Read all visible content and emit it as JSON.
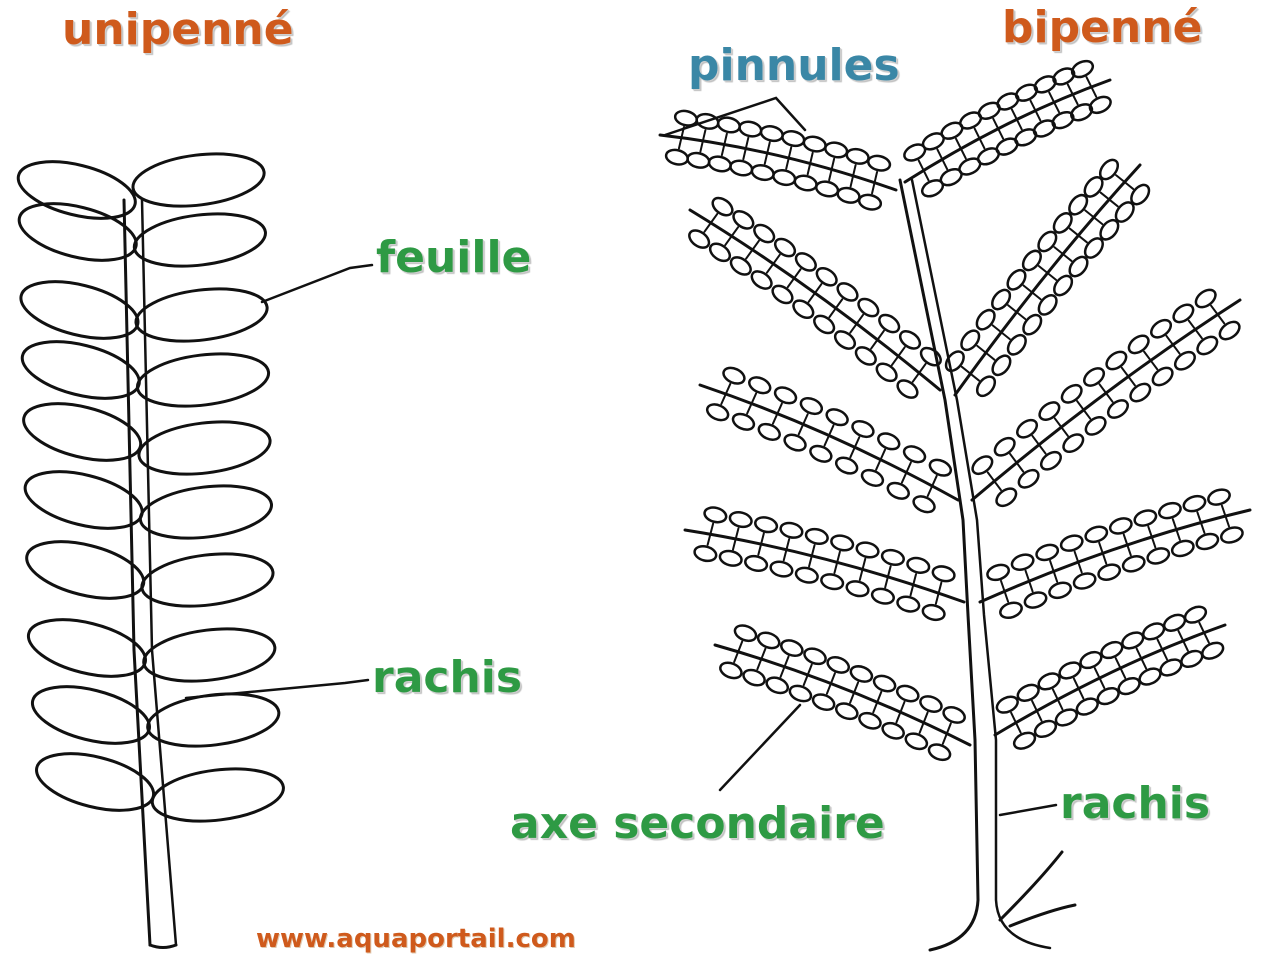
{
  "labels": {
    "unipenne": "unipenné",
    "bipenne": "bipenné",
    "pinnules": "pinnules",
    "feuille": "feuille",
    "rachis_left": "rachis",
    "rachis_right": "rachis",
    "axe_secondaire": "axe secondaire",
    "website": "www.aquaportail.com"
  },
  "colors": {
    "title": "#cf5a1c",
    "part": "#2e9a44",
    "pinnules": "#3a87a6",
    "ink": "#111111"
  }
}
